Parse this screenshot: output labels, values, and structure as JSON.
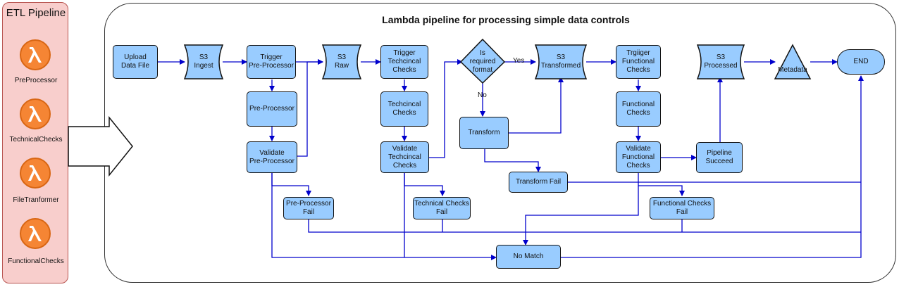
{
  "sidebar": {
    "title": "ETL Pipeline",
    "lambdas": [
      {
        "label": "PreProcessor",
        "icon": "lambda-icon"
      },
      {
        "label": "TechnicalChecks",
        "icon": "lambda-icon"
      },
      {
        "label": "FileTranformer",
        "icon": "lambda-icon"
      },
      {
        "label": "FunctionalChecks",
        "icon": "lambda-icon"
      }
    ]
  },
  "diagram": {
    "title": "Lambda pipeline for processing simple data controls",
    "colors": {
      "node_fill": "#99ccff",
      "edge": "#0000cc",
      "sidebar_fill": "#f8cecc",
      "lambda": "#f58534"
    },
    "nodes": {
      "upload": "Upload\nData File",
      "s3_ingest": "S3\nIngest",
      "trigger_pre": "Trigger\nPre-Processor",
      "s3_raw": "S3\nRaw",
      "trigger_tech": "Trigger\nTechcincal\nChecks",
      "is_required": "Is\nrequired\nformat",
      "s3_transformed": "S3\nTransformed",
      "trigger_func": "Trgiiger\nFunctional\nChecks",
      "s3_processed": "S3\nProcessed",
      "metadata": "Metadata",
      "end": "END",
      "pre_processor": "Pre-Processor",
      "tech_checks": "Techcincal\nChecks",
      "transform": "Transform",
      "func_checks": "Functional\nChecks",
      "validate_pre": "Validate\nPre-Processor",
      "validate_tech": "Validate\nTechcincal\nChecks",
      "validate_func": "Validate\nFunctional\nChecks",
      "pipeline_succeed": "Pipeline\nSucceed",
      "transform_fail": "Transform Fail",
      "pre_fail": "Pre-Processor\nFail",
      "tech_fail": "Technical Checks\nFail",
      "func_fail": "Functional Checks\nFail",
      "no_match": "No Match"
    },
    "edge_labels": {
      "yes": "Yes",
      "no": "No"
    }
  }
}
